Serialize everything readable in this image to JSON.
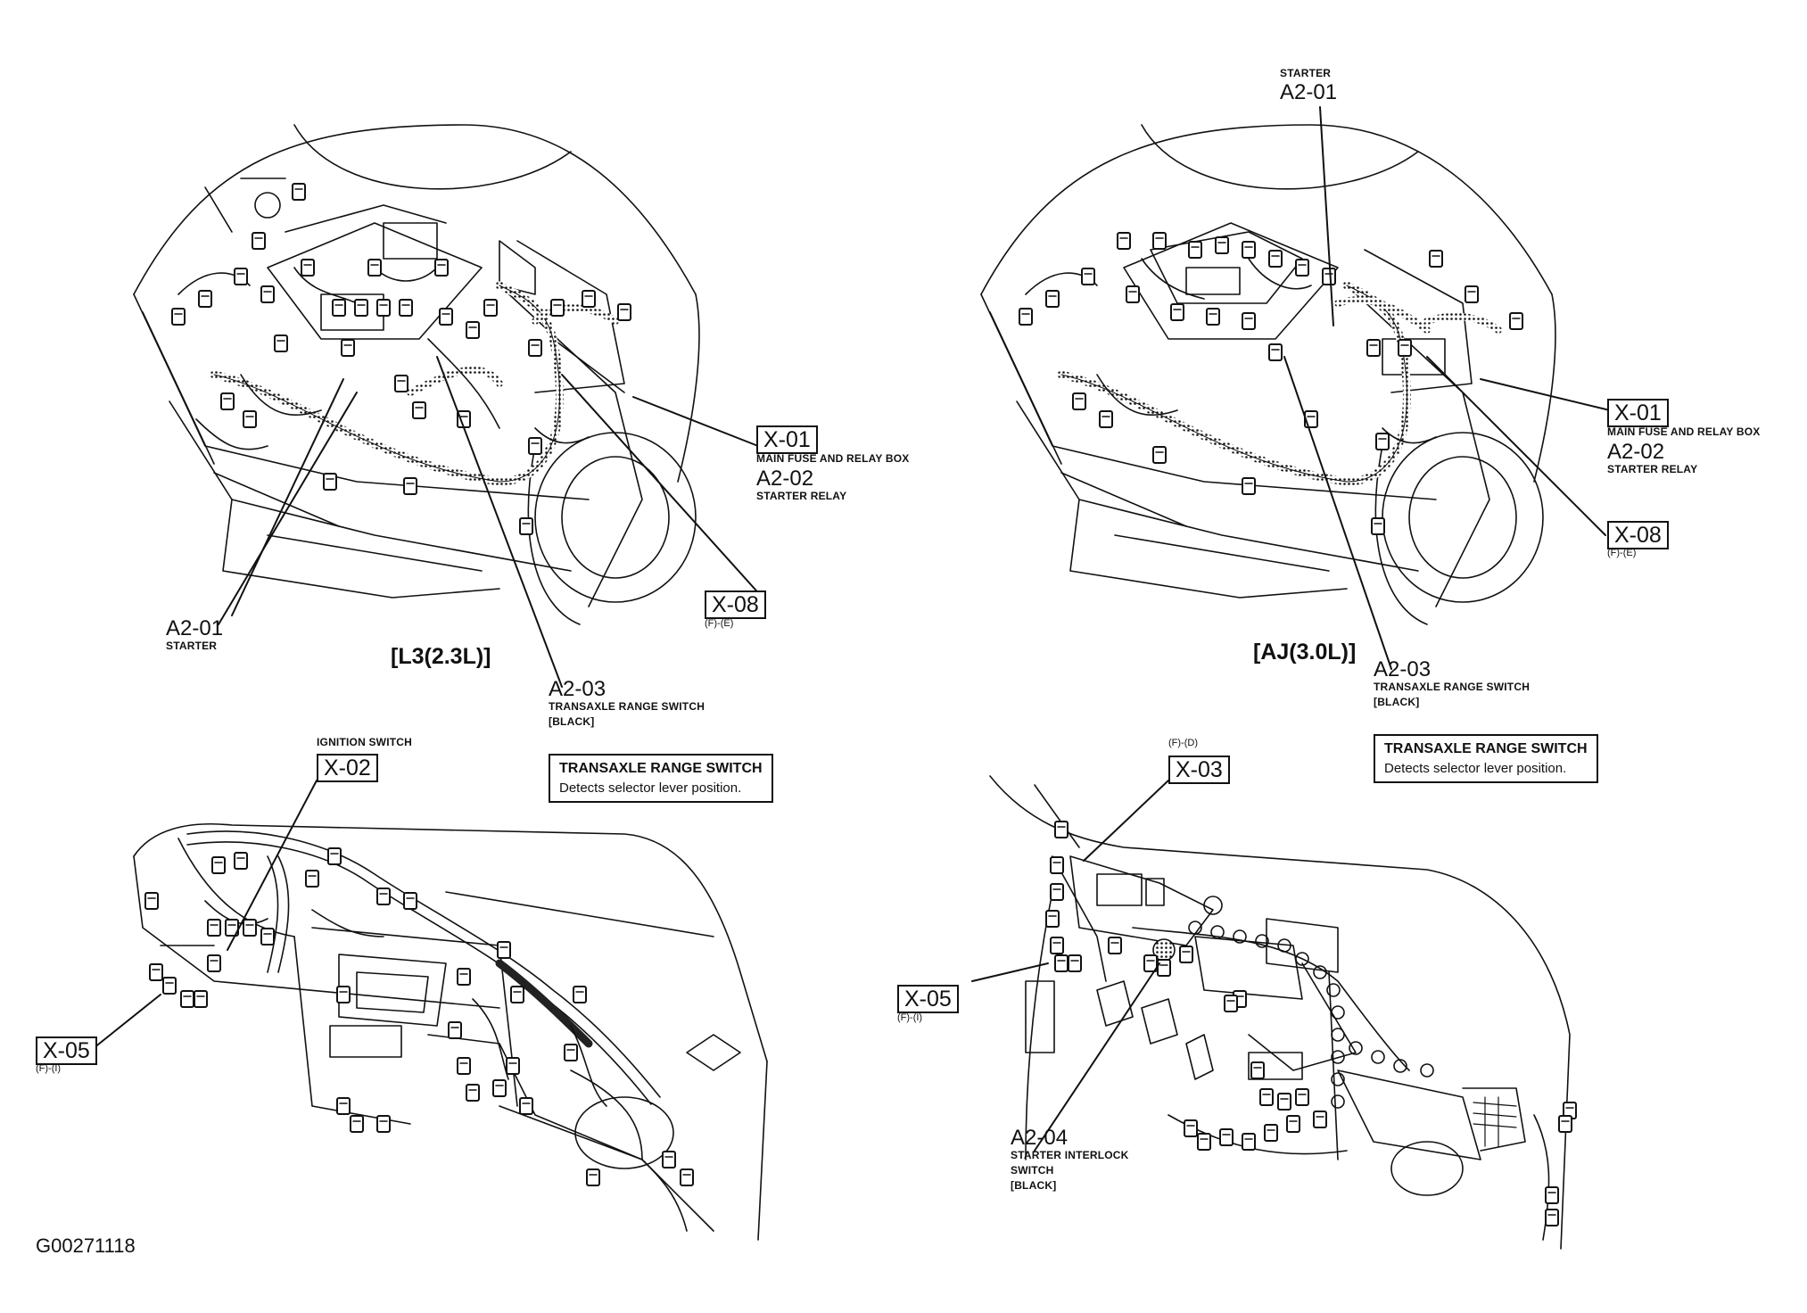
{
  "figure_id": "G00271118",
  "panels": {
    "top_left": {
      "engine": "[L3(2.3L)]",
      "x01": {
        "code": "X-01",
        "desc": "MAIN FUSE AND RELAY BOX"
      },
      "a202": {
        "code": "A2-02",
        "desc": "STARTER RELAY"
      },
      "x08": {
        "code": "X-08",
        "loc": "(F)-(E)"
      },
      "a201": {
        "code": "A2-01",
        "desc": "STARTER"
      },
      "a203": {
        "code": "A2-03",
        "desc": "TRANSAXLE RANGE SWITCH",
        "color": "[BLACK]"
      }
    },
    "top_right": {
      "engine": "[AJ(3.0L)]",
      "a201": {
        "title": "STARTER",
        "code": "A2-01"
      },
      "x01": {
        "code": "X-01",
        "desc": "MAIN FUSE AND RELAY BOX"
      },
      "a202": {
        "code": "A2-02",
        "desc": "STARTER RELAY"
      },
      "x08": {
        "code": "X-08",
        "loc": "(F)-(E)"
      },
      "a203": {
        "code": "A2-03",
        "desc": "TRANSAXLE RANGE SWITCH",
        "color": "[BLACK]"
      }
    },
    "bottom_left": {
      "x02": {
        "title": "IGNITION SWITCH",
        "code": "X-02"
      },
      "x05": {
        "code": "X-05",
        "loc": "(F)-(I)"
      },
      "note": {
        "title": "TRANSAXLE RANGE SWITCH",
        "text": "Detects selector lever position."
      }
    },
    "bottom_right": {
      "x03": {
        "loc": "(F)-(D)",
        "code": "X-03"
      },
      "x05": {
        "code": "X-05",
        "loc": "(F)-(I)"
      },
      "a204": {
        "code": "A2-04",
        "desc1": "STARTER INTERLOCK",
        "desc2": "SWITCH",
        "color": "[BLACK]"
      },
      "note": {
        "title": "TRANSAXLE RANGE SWITCH",
        "text": "Detects selector lever position."
      }
    }
  }
}
